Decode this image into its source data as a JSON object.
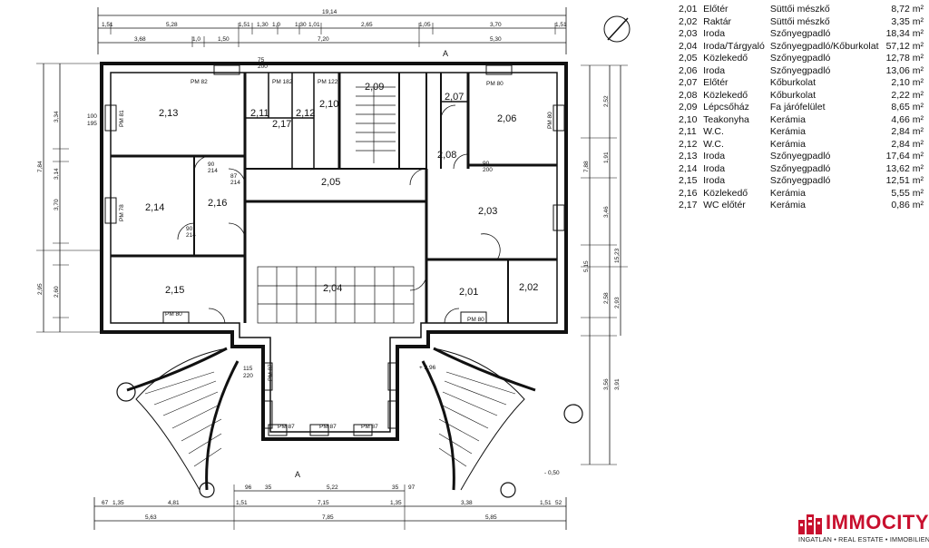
{
  "rooms": [
    {
      "code": "2,01",
      "name": "Előtér",
      "floor": "Süttői mészkő",
      "area": "8,72 m²"
    },
    {
      "code": "2,02",
      "name": "Raktár",
      "floor": "Süttői mészkő",
      "area": "3,35 m²"
    },
    {
      "code": "2,03",
      "name": "Iroda",
      "floor": "Szőnyegpadló",
      "area": "18,34 m²"
    },
    {
      "code": "2,04",
      "name": "Iroda/Tárgyaló",
      "floor": "Szőnyegpadló/Kőburkolat",
      "area": "57,12 m²"
    },
    {
      "code": "2,05",
      "name": "Közlekedő",
      "floor": "Szőnyegpadló",
      "area": "12,78 m²"
    },
    {
      "code": "2,06",
      "name": "Iroda",
      "floor": "Szőnyegpadló",
      "area": "13,06 m²"
    },
    {
      "code": "2,07",
      "name": "Előtér",
      "floor": "Kőburkolat",
      "area": "2,10 m²"
    },
    {
      "code": "2,08",
      "name": "Közlekedő",
      "floor": "Kőburkolat",
      "area": "2,22 m²"
    },
    {
      "code": "2,09",
      "name": "Lépcsőház",
      "floor": "Fa járófelület",
      "area": "8,65 m²"
    },
    {
      "code": "2,10",
      "name": "Teakonyha",
      "floor": "Kerámia",
      "area": "4,66 m²"
    },
    {
      "code": "2,11",
      "name": "W.C.",
      "floor": "Kerámia",
      "area": "2,84 m²"
    },
    {
      "code": "2,12",
      "name": "W.C.",
      "floor": "Kerámia",
      "area": "2,84 m²"
    },
    {
      "code": "2,13",
      "name": "Iroda",
      "floor": "Szőnyegpadló",
      "area": "17,64 m²"
    },
    {
      "code": "2,14",
      "name": "Iroda",
      "floor": "Szőnyegpadló",
      "area": "13,62 m²"
    },
    {
      "code": "2,15",
      "name": "Iroda",
      "floor": "Szőnyegpadló",
      "area": "12,51 m²"
    },
    {
      "code": "2,16",
      "name": "Közlekedő",
      "floor": "Kerámia",
      "area": "5,55 m²"
    },
    {
      "code": "2,17",
      "name": "WC előtér",
      "floor": "Kerámia",
      "area": "0,86 m²"
    }
  ],
  "plan_labels": {
    "r213": "2,13",
    "r214": "2,14",
    "r215": "2,15",
    "r216": "2,16",
    "r211": "2,11",
    "r212": "2,12",
    "r217": "2,17",
    "r210": "2,10",
    "r209": "2,09",
    "r207": "2,07",
    "r208": "2,08",
    "r206": "2,06",
    "r205": "2,05",
    "r203": "2,03",
    "r204": "2,04",
    "r201": "2,01",
    "r202": "2,02"
  },
  "dimensions": {
    "top_total": "19,14",
    "top_row2": [
      "1,51",
      "5,28",
      "1,51",
      "1,30",
      "1,0",
      "1,30",
      "1,01",
      "2,65",
      "1,05",
      "3,70",
      "1,51"
    ],
    "top_row3": [
      "3,68",
      "1,0",
      "1,50",
      "7,20",
      "5,30"
    ],
    "bottom_row1": [
      "67",
      "1,35",
      "4,81",
      "1,51",
      "7,15",
      "1,35",
      "3,38",
      "1,51",
      "52"
    ],
    "bottom_row2": [
      "5,63",
      "7,85",
      "5,85"
    ],
    "bottom_mid": [
      "96",
      "35",
      "5,22",
      "35",
      "97"
    ],
    "left_outer": [
      "7,84",
      "2,95"
    ],
    "left_mid": [
      "3,34",
      "3,14",
      "3,70",
      "2,60"
    ],
    "right_outer": [
      "7,88",
      "5,15",
      "15,23"
    ],
    "right_mid": [
      "2,52",
      "1,91",
      "3,46",
      "2,58",
      "2,93",
      "3,56",
      "3,91"
    ],
    "levels": [
      "+ 2,96",
      "- 0,50"
    ],
    "section_marks": [
      "A",
      "A"
    ],
    "windows": [
      "PM 82",
      "PM 182",
      "PM 122",
      "PM 80",
      "PM 81",
      "PM 78",
      "PM 80",
      "PM 80",
      "PM 80",
      "PM 87",
      "PM 87",
      "PM 87",
      "PM 87"
    ],
    "door_sizes": [
      "90",
      "214",
      "87",
      "214",
      "90",
      "200",
      "90",
      "214",
      "75",
      "200",
      "100",
      "195",
      "115",
      "220"
    ]
  },
  "branding": {
    "name": "IMMOCITY",
    "tagline": "INGATLAN • REAL ESTATE • IMMOBILIEN",
    "accent": "#c8102e"
  }
}
